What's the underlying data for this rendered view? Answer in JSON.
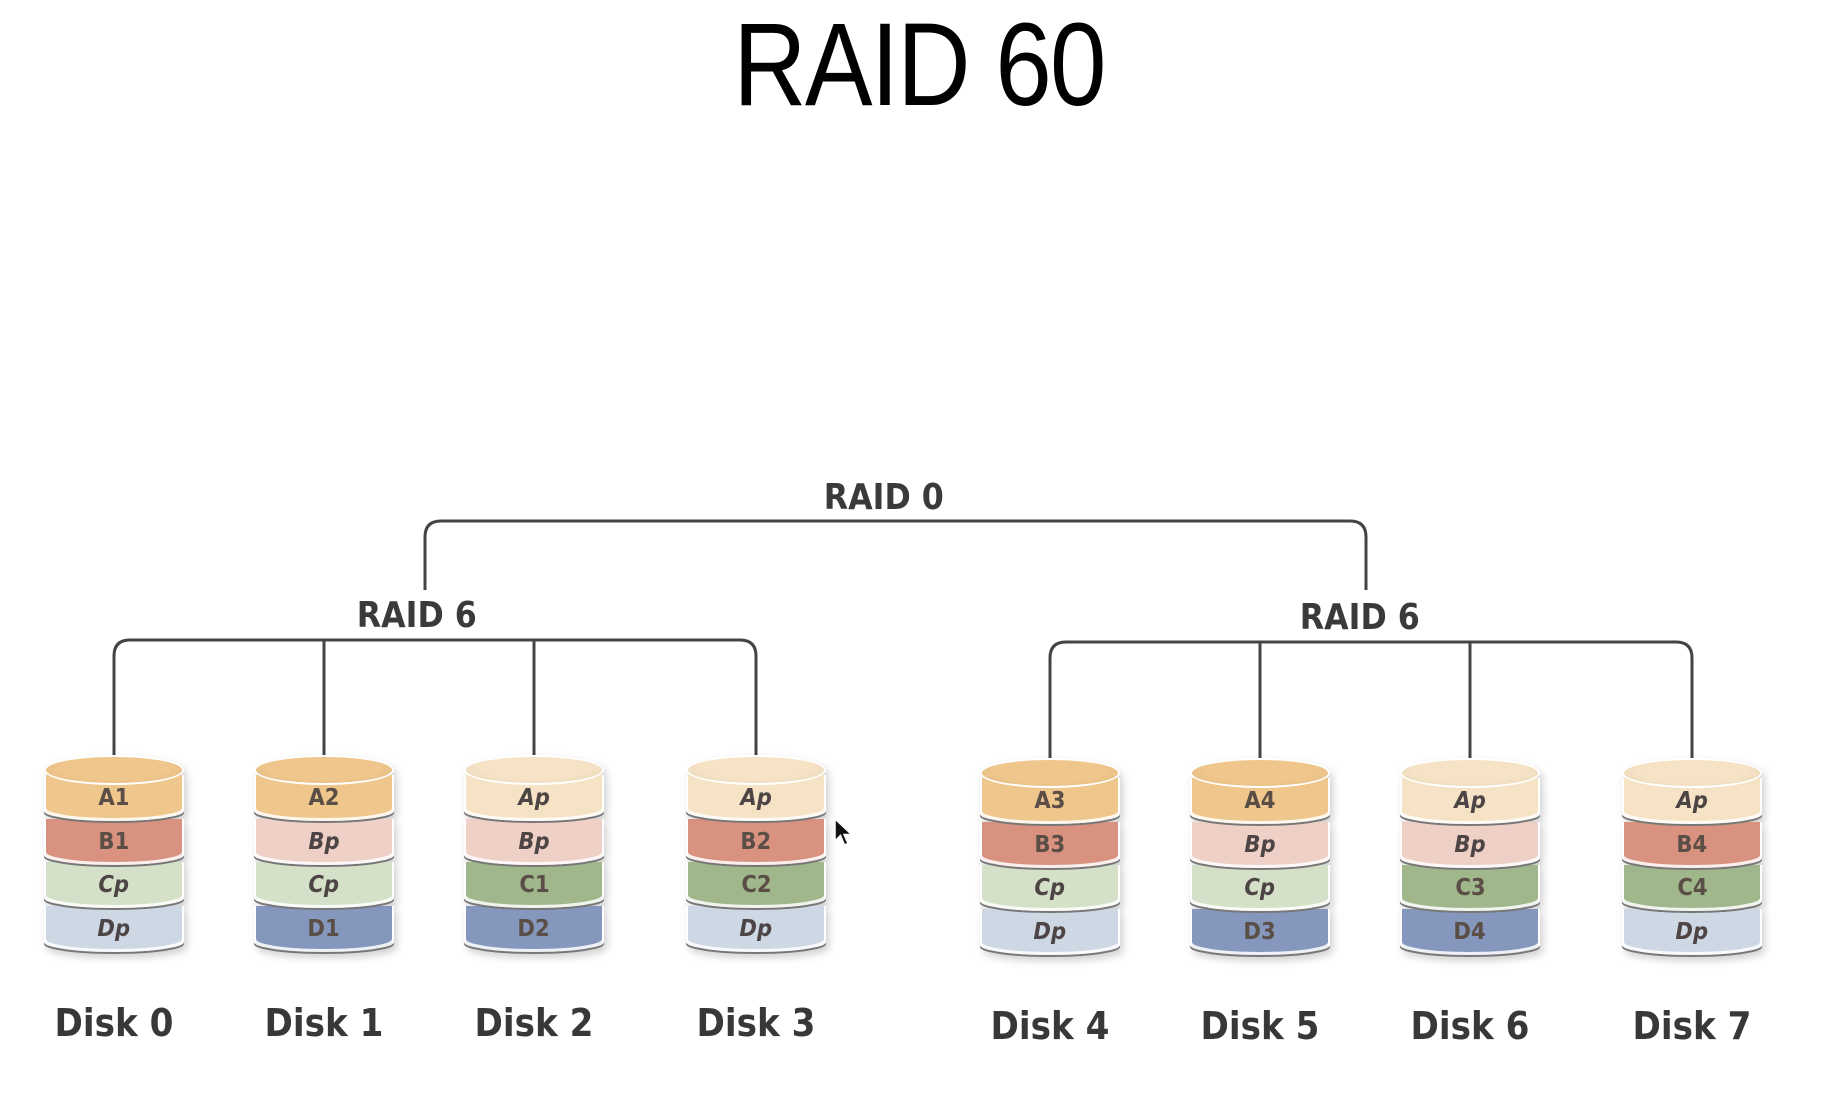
{
  "title": "RAID 60",
  "raid0_label": "RAID 0",
  "groups": [
    {
      "label": "RAID 6"
    },
    {
      "label": "RAID 6"
    }
  ],
  "colors": {
    "A_data": "#efc68b",
    "A_parity": "#f6e3c5",
    "B_data": "#d99280",
    "B_parity": "#eed0c6",
    "C_data": "#a0b78c",
    "C_parity": "#d5e0c9",
    "D_data": "#8597bd",
    "D_parity": "#ced7e4",
    "line": "#444444"
  },
  "disks": [
    {
      "name": "Disk 0",
      "blocks": [
        {
          "t": "A1",
          "k": "A",
          "p": false
        },
        {
          "t": "B1",
          "k": "B",
          "p": false
        },
        {
          "t": "Cp",
          "k": "C",
          "p": true
        },
        {
          "t": "Dp",
          "k": "D",
          "p": true
        }
      ]
    },
    {
      "name": "Disk 1",
      "blocks": [
        {
          "t": "A2",
          "k": "A",
          "p": false
        },
        {
          "t": "Bp",
          "k": "B",
          "p": true
        },
        {
          "t": "Cp",
          "k": "C",
          "p": true
        },
        {
          "t": "D1",
          "k": "D",
          "p": false
        }
      ]
    },
    {
      "name": "Disk 2",
      "blocks": [
        {
          "t": "Ap",
          "k": "A",
          "p": true
        },
        {
          "t": "Bp",
          "k": "B",
          "p": true
        },
        {
          "t": "C1",
          "k": "C",
          "p": false
        },
        {
          "t": "D2",
          "k": "D",
          "p": false
        }
      ]
    },
    {
      "name": "Disk 3",
      "blocks": [
        {
          "t": "Ap",
          "k": "A",
          "p": true
        },
        {
          "t": "B2",
          "k": "B",
          "p": false
        },
        {
          "t": "C2",
          "k": "C",
          "p": false
        },
        {
          "t": "Dp",
          "k": "D",
          "p": true
        }
      ]
    },
    {
      "name": "Disk 4",
      "blocks": [
        {
          "t": "A3",
          "k": "A",
          "p": false
        },
        {
          "t": "B3",
          "k": "B",
          "p": false
        },
        {
          "t": "Cp",
          "k": "C",
          "p": true
        },
        {
          "t": "Dp",
          "k": "D",
          "p": true
        }
      ]
    },
    {
      "name": "Disk 5",
      "blocks": [
        {
          "t": "A4",
          "k": "A",
          "p": false
        },
        {
          "t": "Bp",
          "k": "B",
          "p": true
        },
        {
          "t": "Cp",
          "k": "C",
          "p": true
        },
        {
          "t": "D3",
          "k": "D",
          "p": false
        }
      ]
    },
    {
      "name": "Disk 6",
      "blocks": [
        {
          "t": "Ap",
          "k": "A",
          "p": true
        },
        {
          "t": "Bp",
          "k": "B",
          "p": true
        },
        {
          "t": "C3",
          "k": "C",
          "p": false
        },
        {
          "t": "D4",
          "k": "D",
          "p": false
        }
      ]
    },
    {
      "name": "Disk 7",
      "blocks": [
        {
          "t": "Ap",
          "k": "A",
          "p": true
        },
        {
          "t": "B4",
          "k": "B",
          "p": false
        },
        {
          "t": "C4",
          "k": "C",
          "p": false
        },
        {
          "t": "Dp",
          "k": "D",
          "p": true
        }
      ]
    }
  ]
}
